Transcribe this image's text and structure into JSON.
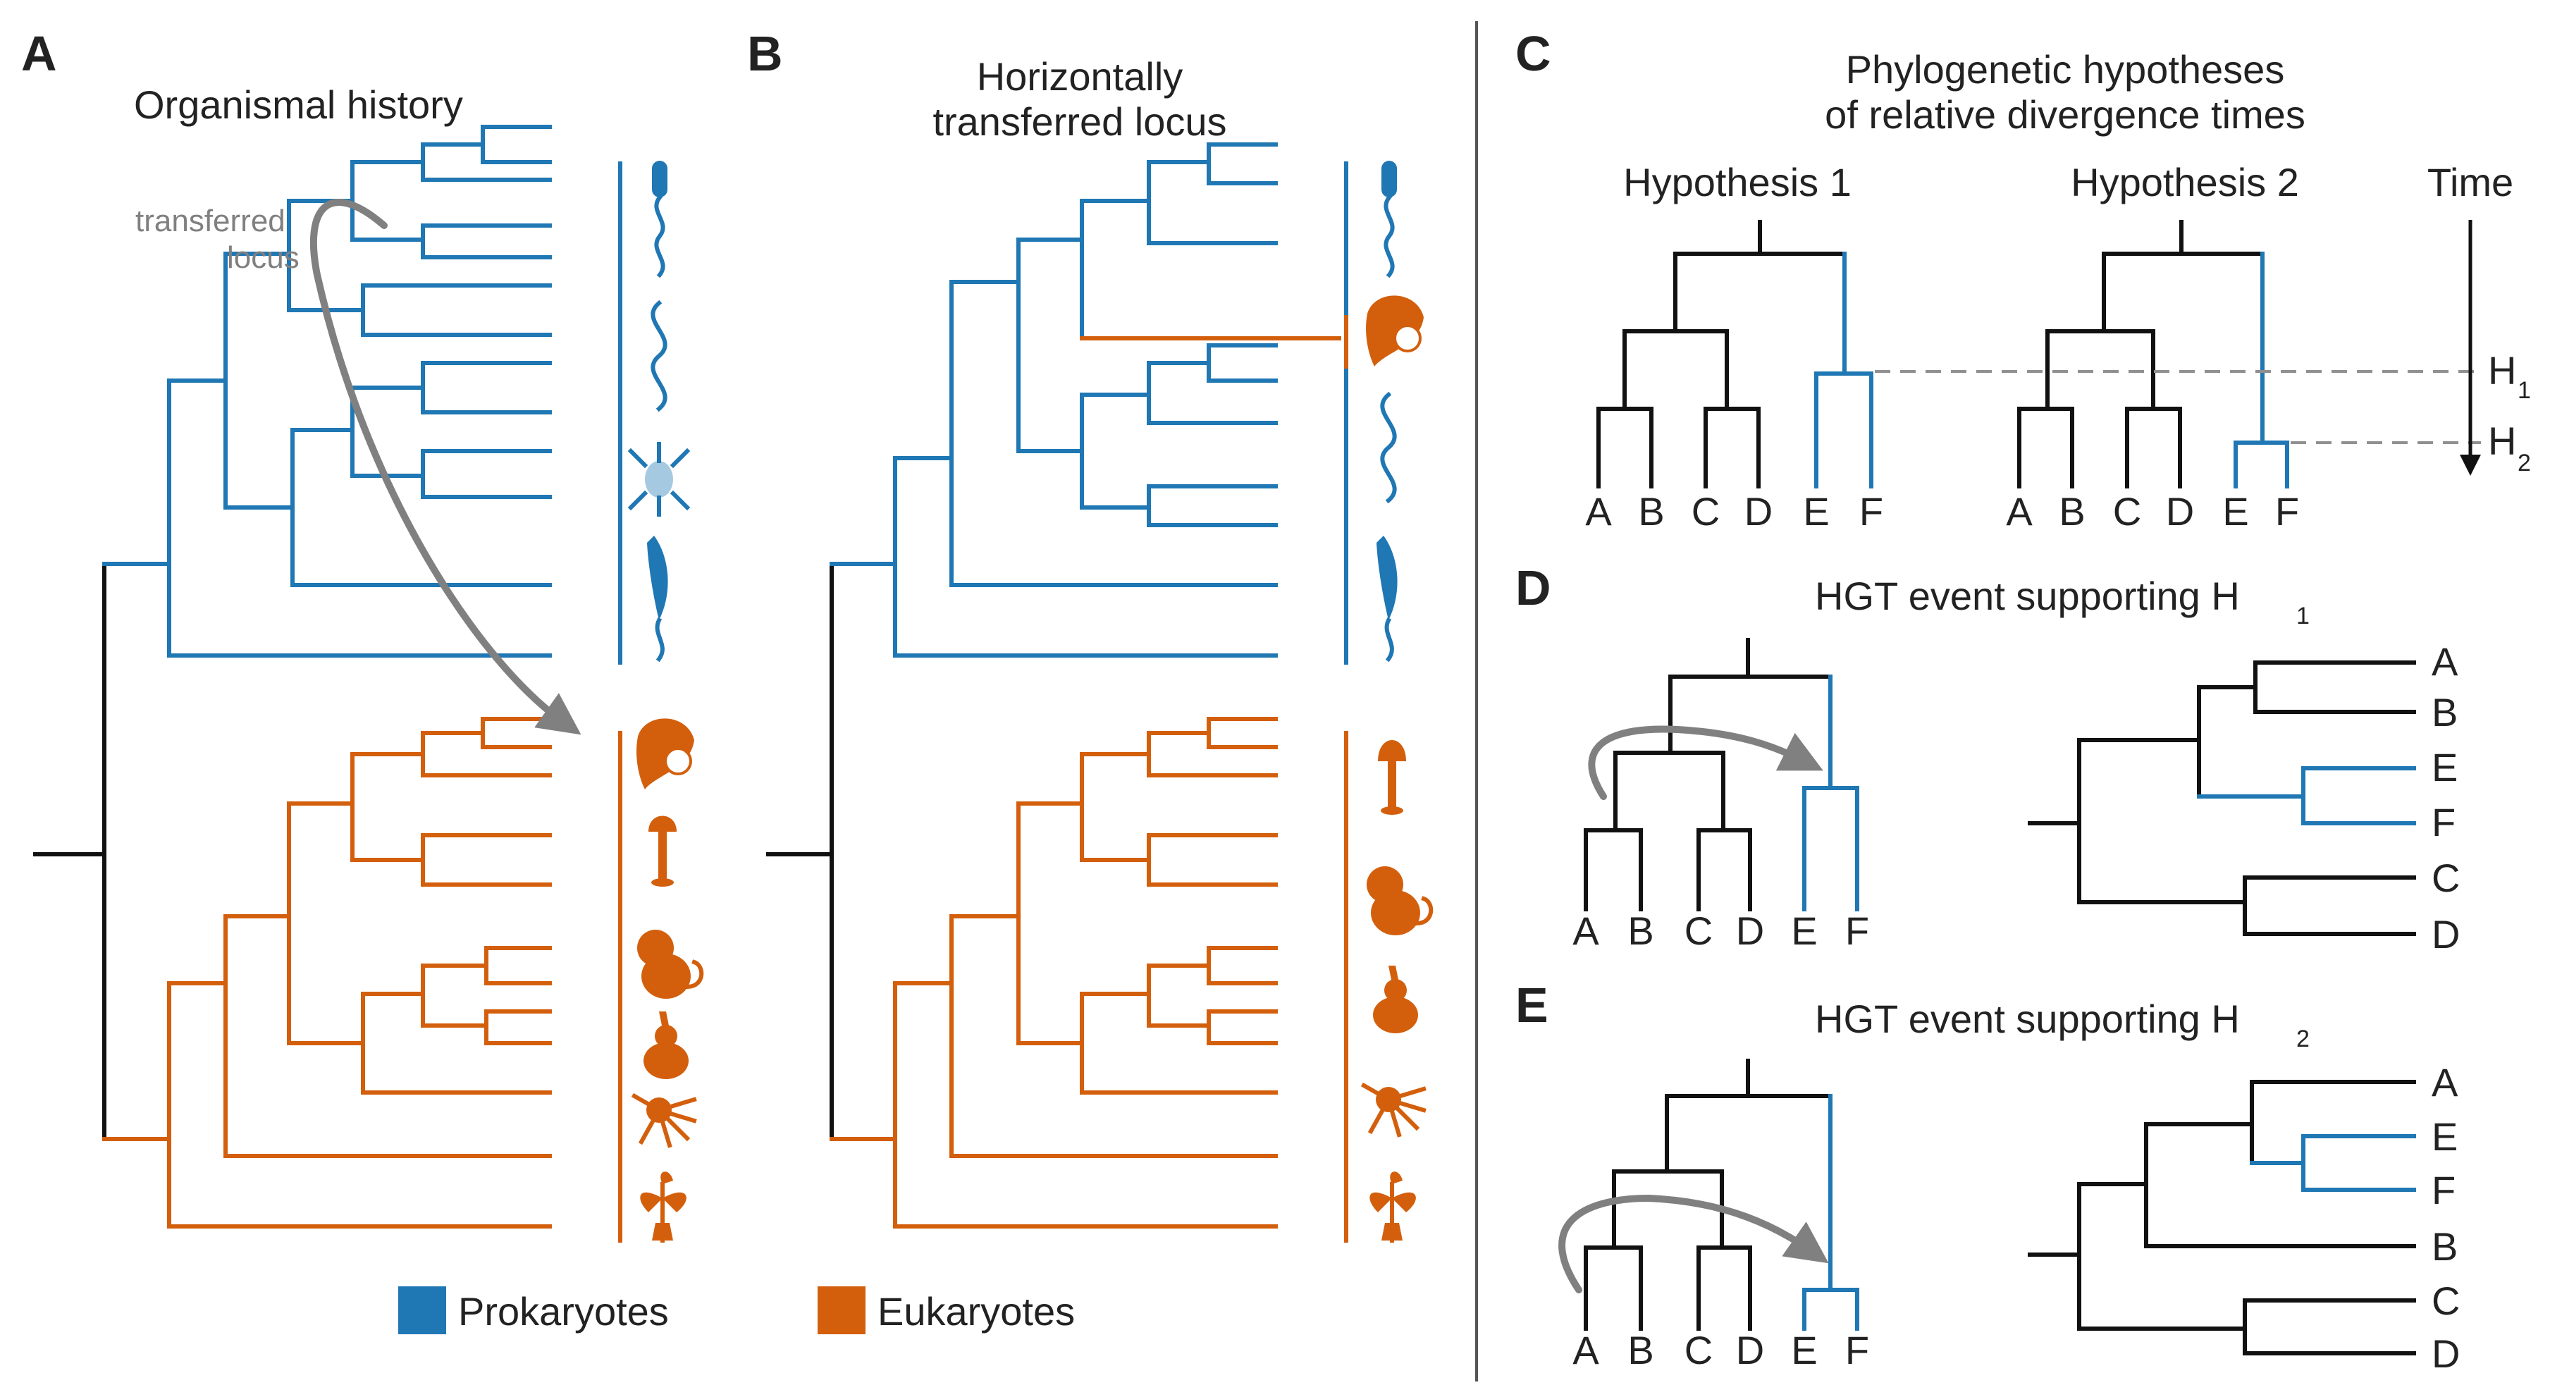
{
  "colors": {
    "prokaryote": "#1f77b4",
    "eukaryote": "#d35f0c",
    "arrow": "#808080",
    "tree": "#111111"
  },
  "panels": {
    "A": {
      "letter": "A",
      "title": "Organismal history",
      "arrow_label_1": "transferred",
      "arrow_label_2": "locus"
    },
    "B": {
      "letter": "B",
      "title_1": "Horizontally",
      "title_2": "transferred locus"
    },
    "C": {
      "letter": "C",
      "title_1": "Phylogenetic hypotheses",
      "title_2": "of relative divergence times",
      "hyp1": "Hypothesis 1",
      "hyp2": "Hypothesis 2",
      "time": "Time",
      "h1": "H",
      "h1_sub": "1",
      "h2": "H",
      "h2_sub": "2"
    },
    "D": {
      "letter": "D",
      "title": "HGT event supporting H",
      "title_sub": "1"
    },
    "E": {
      "letter": "E",
      "title": "HGT event supporting H",
      "title_sub": "2"
    }
  },
  "taxa": {
    "tree_order": [
      "A",
      "B",
      "C",
      "D",
      "E",
      "F"
    ],
    "d_result_order": [
      "A",
      "B",
      "E",
      "F",
      "C",
      "D"
    ],
    "e_result_order": [
      "A",
      "E",
      "F",
      "B",
      "C",
      "D"
    ]
  },
  "organism_icons": {
    "A_prokaryotes": [
      "bacterium-icon",
      "spirillum-icon",
      "spirochete-icon",
      "vibrio-icon"
    ],
    "A_eukaryotes": [
      "diatom-icon",
      "mushroom-icon",
      "monkey-icon",
      "rabbit-icon",
      "sponge-icon",
      "plant-icon"
    ],
    "B_prokaryotes": [
      "bacterium-icon",
      "diatom-icon",
      "spirillum-icon",
      "vibrio-icon"
    ],
    "B_eukaryotes": [
      "mushroom-icon",
      "monkey-icon",
      "rabbit-icon",
      "sponge-icon",
      "plant-icon"
    ]
  },
  "legend": {
    "items": [
      {
        "label": "Prokaryotes",
        "color": "#1f77b4"
      },
      {
        "label": "Eukaryotes",
        "color": "#d35f0c"
      }
    ]
  }
}
